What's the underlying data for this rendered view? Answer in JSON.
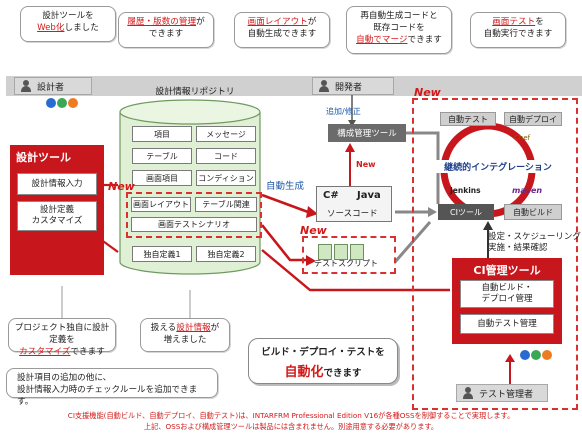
{
  "callouts": {
    "webify": [
      "設計ツールを",
      "Web化",
      "しました"
    ],
    "history": [
      "履歴・版数の管理",
      "が",
      "できます"
    ],
    "layout_gen": [
      "画面レイアウト",
      "が",
      "自動生成できます"
    ],
    "regen": [
      "再自動生成コードと",
      "既存コードを",
      "自動でマージ",
      "できます"
    ],
    "autotest": [
      "画面テスト",
      "を",
      "自動実行できます"
    ],
    "customize": [
      "プロジェクト独自に設計定義を",
      "カスタマイズ",
      "できます"
    ],
    "info_inc": [
      "扱える",
      "設計情報",
      "が",
      "増えました"
    ],
    "check_rules": [
      "設計項目の追加の他に、",
      "設計情報入力時のチェックルールを追加できます。"
    ],
    "build_deploy": [
      "ビルド・デプロイ・テストを",
      "自動化",
      "できます"
    ]
  },
  "actors": {
    "designer": "設計者",
    "developer": "開発者",
    "test_manager": "テスト管理者"
  },
  "design_tool": {
    "title": "設計ツール",
    "items": [
      "設計情報入力",
      "設計定義\nカスタマイズ"
    ]
  },
  "repository": {
    "title": "設計情報リポジトリ",
    "grid": [
      "項目",
      "メッセージ",
      "テーブル",
      "コード",
      "画面項目",
      "コンディション"
    ],
    "new_grid": [
      "画面レイアウト",
      "テーブル関連",
      "画面テストシナリオ"
    ],
    "custom": [
      "独自定義1",
      "独自定義2"
    ]
  },
  "labels": {
    "new": "New",
    "auto_generate": "自動生成",
    "source_code": "ソースコード",
    "test_script": "テストスクリプト",
    "cs": "C#",
    "java": "Java",
    "add_modify": "追加/修正",
    "scm_tool": "構成管理ツール",
    "new_small": "New",
    "ci": "継続的インテグレーション",
    "ci_tool": "CIツール",
    "auto_test": "自動テスト",
    "auto_deploy": "自動デプロイ",
    "auto_build": "自動ビルド",
    "jenkins": "Jenkins",
    "maven": "maven",
    "chef": "Chef",
    "settings": [
      "設定・スケジューリング",
      "実施・結果確認"
    ]
  },
  "ci_mgmt": {
    "title": "CI管理ツール",
    "items": [
      "自動ビルド・\nデプロイ管理",
      "自動テスト管理"
    ]
  },
  "footer": [
    "CI支援機能(自動ビルド、自動デプロイ、自動テスト)は、INTARFRM Professional Edition V16が各種OSSを制御することで実現します。",
    "上記、OSSおよび構成管理ツールは製品には含まれません。別途用意する必要があります。"
  ],
  "colors": {
    "accent_red": "#c8161d",
    "dash_red": "#d93030",
    "repo_green": "#dff0d5"
  }
}
